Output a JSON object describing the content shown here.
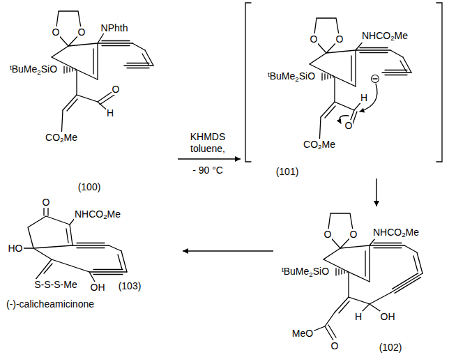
{
  "diagram": {
    "nodes": [
      {
        "text": [
          "O",
          "O",
          "NPhth",
          "tBuMe2SiO",
          "O",
          "H",
          "CO2Me",
          "(100)"
        ]
      },
      {
        "text": [
          "O",
          "O",
          "NHCO2Me",
          "tBuMe2SiO",
          "H",
          "O",
          "CO2Me",
          "(101)"
        ]
      },
      {
        "text": [
          "O",
          "O",
          "NHCO2Me",
          "tBuMe2SiO",
          "H",
          "OH",
          "MeO",
          "O",
          "(102)"
        ]
      },
      {
        "text": [
          "O",
          "NHCO2Me",
          "HO",
          "OH",
          "S-S-S-Me",
          "(103)"
        ]
      }
    ],
    "edges": [
      {
        "from": 0,
        "to": 1,
        "arrow": "to"
      },
      {
        "from": 1,
        "to": 2,
        "arrow": "to"
      },
      {
        "from": 2,
        "to": 3,
        "arrow": "to"
      }
    ],
    "labels": [
      "KHMDS",
      "toluene,",
      "- 90 °C",
      "(-)-calicheamicinone"
    ]
  }
}
